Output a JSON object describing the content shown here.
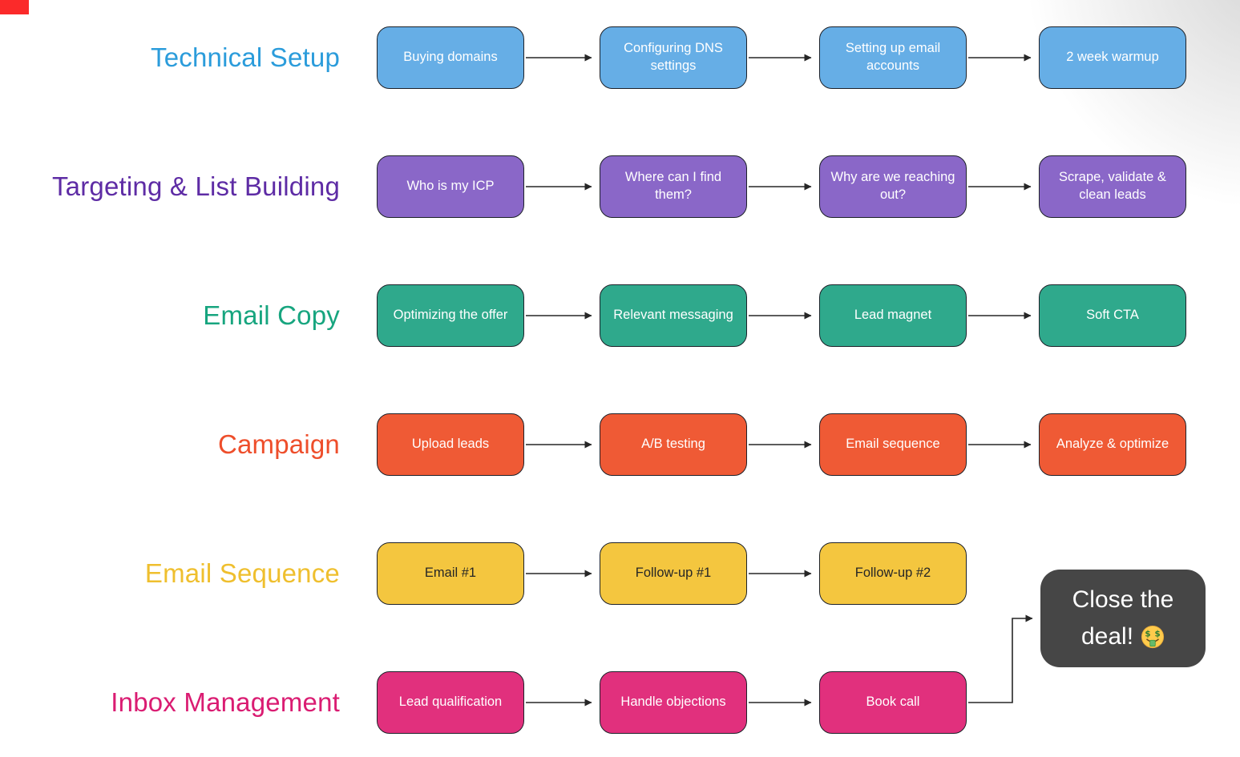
{
  "diagram": {
    "corner_marker_color": "#fb2a2a",
    "connector_color": "#262626",
    "rows": [
      {
        "label": "Technical Setup",
        "label_color": "#2b9cdb",
        "box_bg": "#66aee6",
        "box_text_color": "#ffffff",
        "boxes": [
          "Buying domains",
          "Configuring DNS settings",
          "Setting up email accounts",
          "2 week warmup"
        ]
      },
      {
        "label": "Targeting & List Building",
        "label_color": "#5e2ca5",
        "box_bg": "#8a67c8",
        "box_text_color": "#ffffff",
        "boxes": [
          "Who is my ICP",
          "Where can I find them?",
          "Why are we reaching out?",
          "Scrape, validate & clean leads"
        ]
      },
      {
        "label": "Email Copy",
        "label_color": "#17a57f",
        "box_bg": "#2fa98c",
        "box_text_color": "#ffffff",
        "boxes": [
          "Optimizing the offer",
          "Relevant messaging",
          "Lead magnet",
          "Soft CTA"
        ]
      },
      {
        "label": "Campaign",
        "label_color": "#ee4e2b",
        "box_bg": "#ef5a35",
        "box_text_color": "#ffffff",
        "boxes": [
          "Upload leads",
          "A/B testing",
          "Email sequence",
          "Analyze & optimize"
        ]
      },
      {
        "label": "Email Sequence",
        "label_color": "#efbf2e",
        "box_bg": "#f4c63f",
        "box_text_color": "#262626",
        "boxes": [
          "Email #1",
          "Follow-up #1",
          "Follow-up #2"
        ]
      },
      {
        "label": "Inbox Management",
        "label_color": "#da1c72",
        "box_bg": "#e1307d",
        "box_text_color": "#ffffff",
        "boxes": [
          "Lead qualification",
          "Handle objections",
          "Book call"
        ]
      }
    ],
    "final_box": {
      "line1": "Close the",
      "line2": "deal!",
      "emoji": "🤑",
      "emoji_name": "money-mouth-face",
      "bg": "#464646",
      "text_color": "#ffffff"
    }
  }
}
